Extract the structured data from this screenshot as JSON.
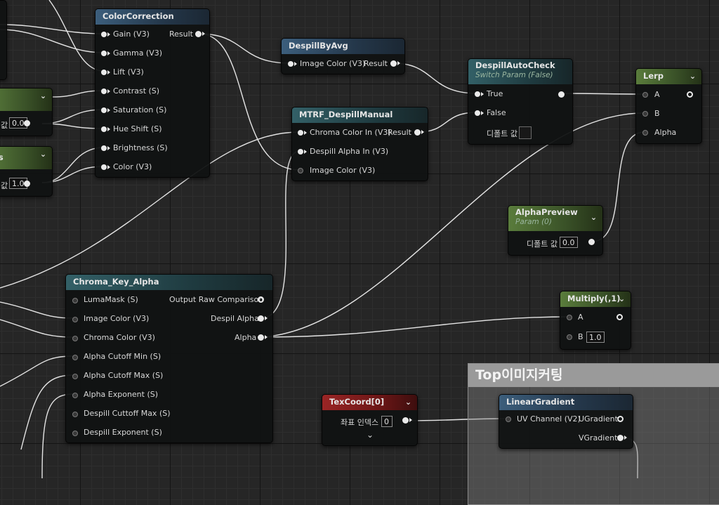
{
  "comment": {
    "title": "Top이미지커팅"
  },
  "color_correction": {
    "title": "ColorCorrection",
    "inputs": [
      "Gain (V3)",
      "Gamma (V3)",
      "Lift (V3)",
      "Contrast (S)",
      "Saturation (S)",
      "Hue Shift (S)",
      "Brightness (S)",
      "Color (V3)"
    ],
    "output": "Result"
  },
  "left_partial_nodes": {
    "upper_value": "0.0",
    "lower_title": "ss",
    "lower_value": "1.0",
    "value_label": "값"
  },
  "despill_by_avg": {
    "title": "DespillByAvg",
    "input": "Image Color (V3)",
    "output": "Result"
  },
  "despill_auto_check": {
    "title": "DespillAutoCheck",
    "subtitle": "Switch Param (False)",
    "inputs": [
      "True",
      "False"
    ],
    "default_label": "디폴트 값"
  },
  "lerp": {
    "title": "Lerp",
    "inputs": [
      "A",
      "B",
      "Alpha"
    ]
  },
  "mtrf_despill_manual": {
    "title": "MTRF_DespillManual",
    "inputs": [
      "Chroma Color In (V3)",
      "Despill Alpha In (V3)",
      "Image Color (V3)"
    ],
    "output": "Result"
  },
  "alpha_preview": {
    "title": "AlphaPreview",
    "subtitle": "Param (0)",
    "default_label": "디폴트 값",
    "value": "0.0"
  },
  "chroma_key_alpha": {
    "title": "Chroma_Key_Alpha",
    "inputs": [
      "LumaMask (S)",
      "Image Color (V3)",
      "Chroma Color (V3)",
      "Alpha Cutoff Min (S)",
      "Alpha Cutoff Max (S)",
      "Alpha Exponent (S)",
      "Despill Cuttoff Max (S)",
      "Despill Exponent (S)"
    ],
    "outputs": [
      "Output Raw Comparison",
      "Despil Alpha",
      "Alpha"
    ]
  },
  "multiply": {
    "title": "Multiply(,1)",
    "inputs": [
      "A",
      "B"
    ],
    "b_value": "1.0"
  },
  "texcoord": {
    "title": "TexCoord[0]",
    "index_label": "좌표 인덱스",
    "index_value": "0",
    "expand": "⌄"
  },
  "linear_gradient": {
    "title": "LinearGradient",
    "input": "UV Channel (V2)",
    "outputs": [
      "UGradient",
      "VGradient"
    ]
  },
  "colors": {
    "material_header": "#3c5e7c",
    "function_header": "#336067",
    "param_header": "#5a7c3c",
    "texture_header": "#9a2525",
    "wire": "#e8e8e8",
    "grid": "#262626"
  }
}
